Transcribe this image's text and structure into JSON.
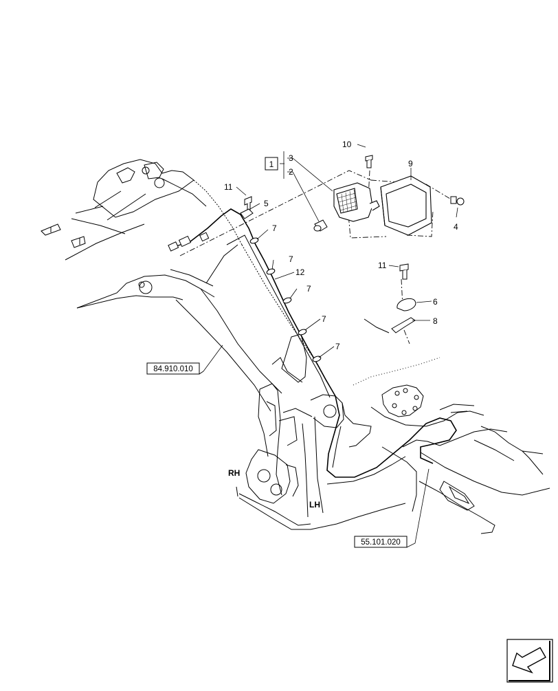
{
  "callouts": {
    "c1": "1",
    "c2": "2",
    "c3": "3",
    "c4": "4",
    "c5": "5",
    "c6": "6",
    "c7a": "7",
    "c7b": "7",
    "c7c": "7",
    "c7d": "7",
    "c7e": "7",
    "c8": "8",
    "c9": "9",
    "c10": "10",
    "c11a": "11",
    "c11b": "11",
    "c12": "12"
  },
  "sides": {
    "rh": "RH",
    "lh": "LH"
  },
  "refs": {
    "boom": "84.910.010",
    "frame": "55.101.020"
  },
  "icons": {
    "nav": "arrow-navigation-icon"
  }
}
